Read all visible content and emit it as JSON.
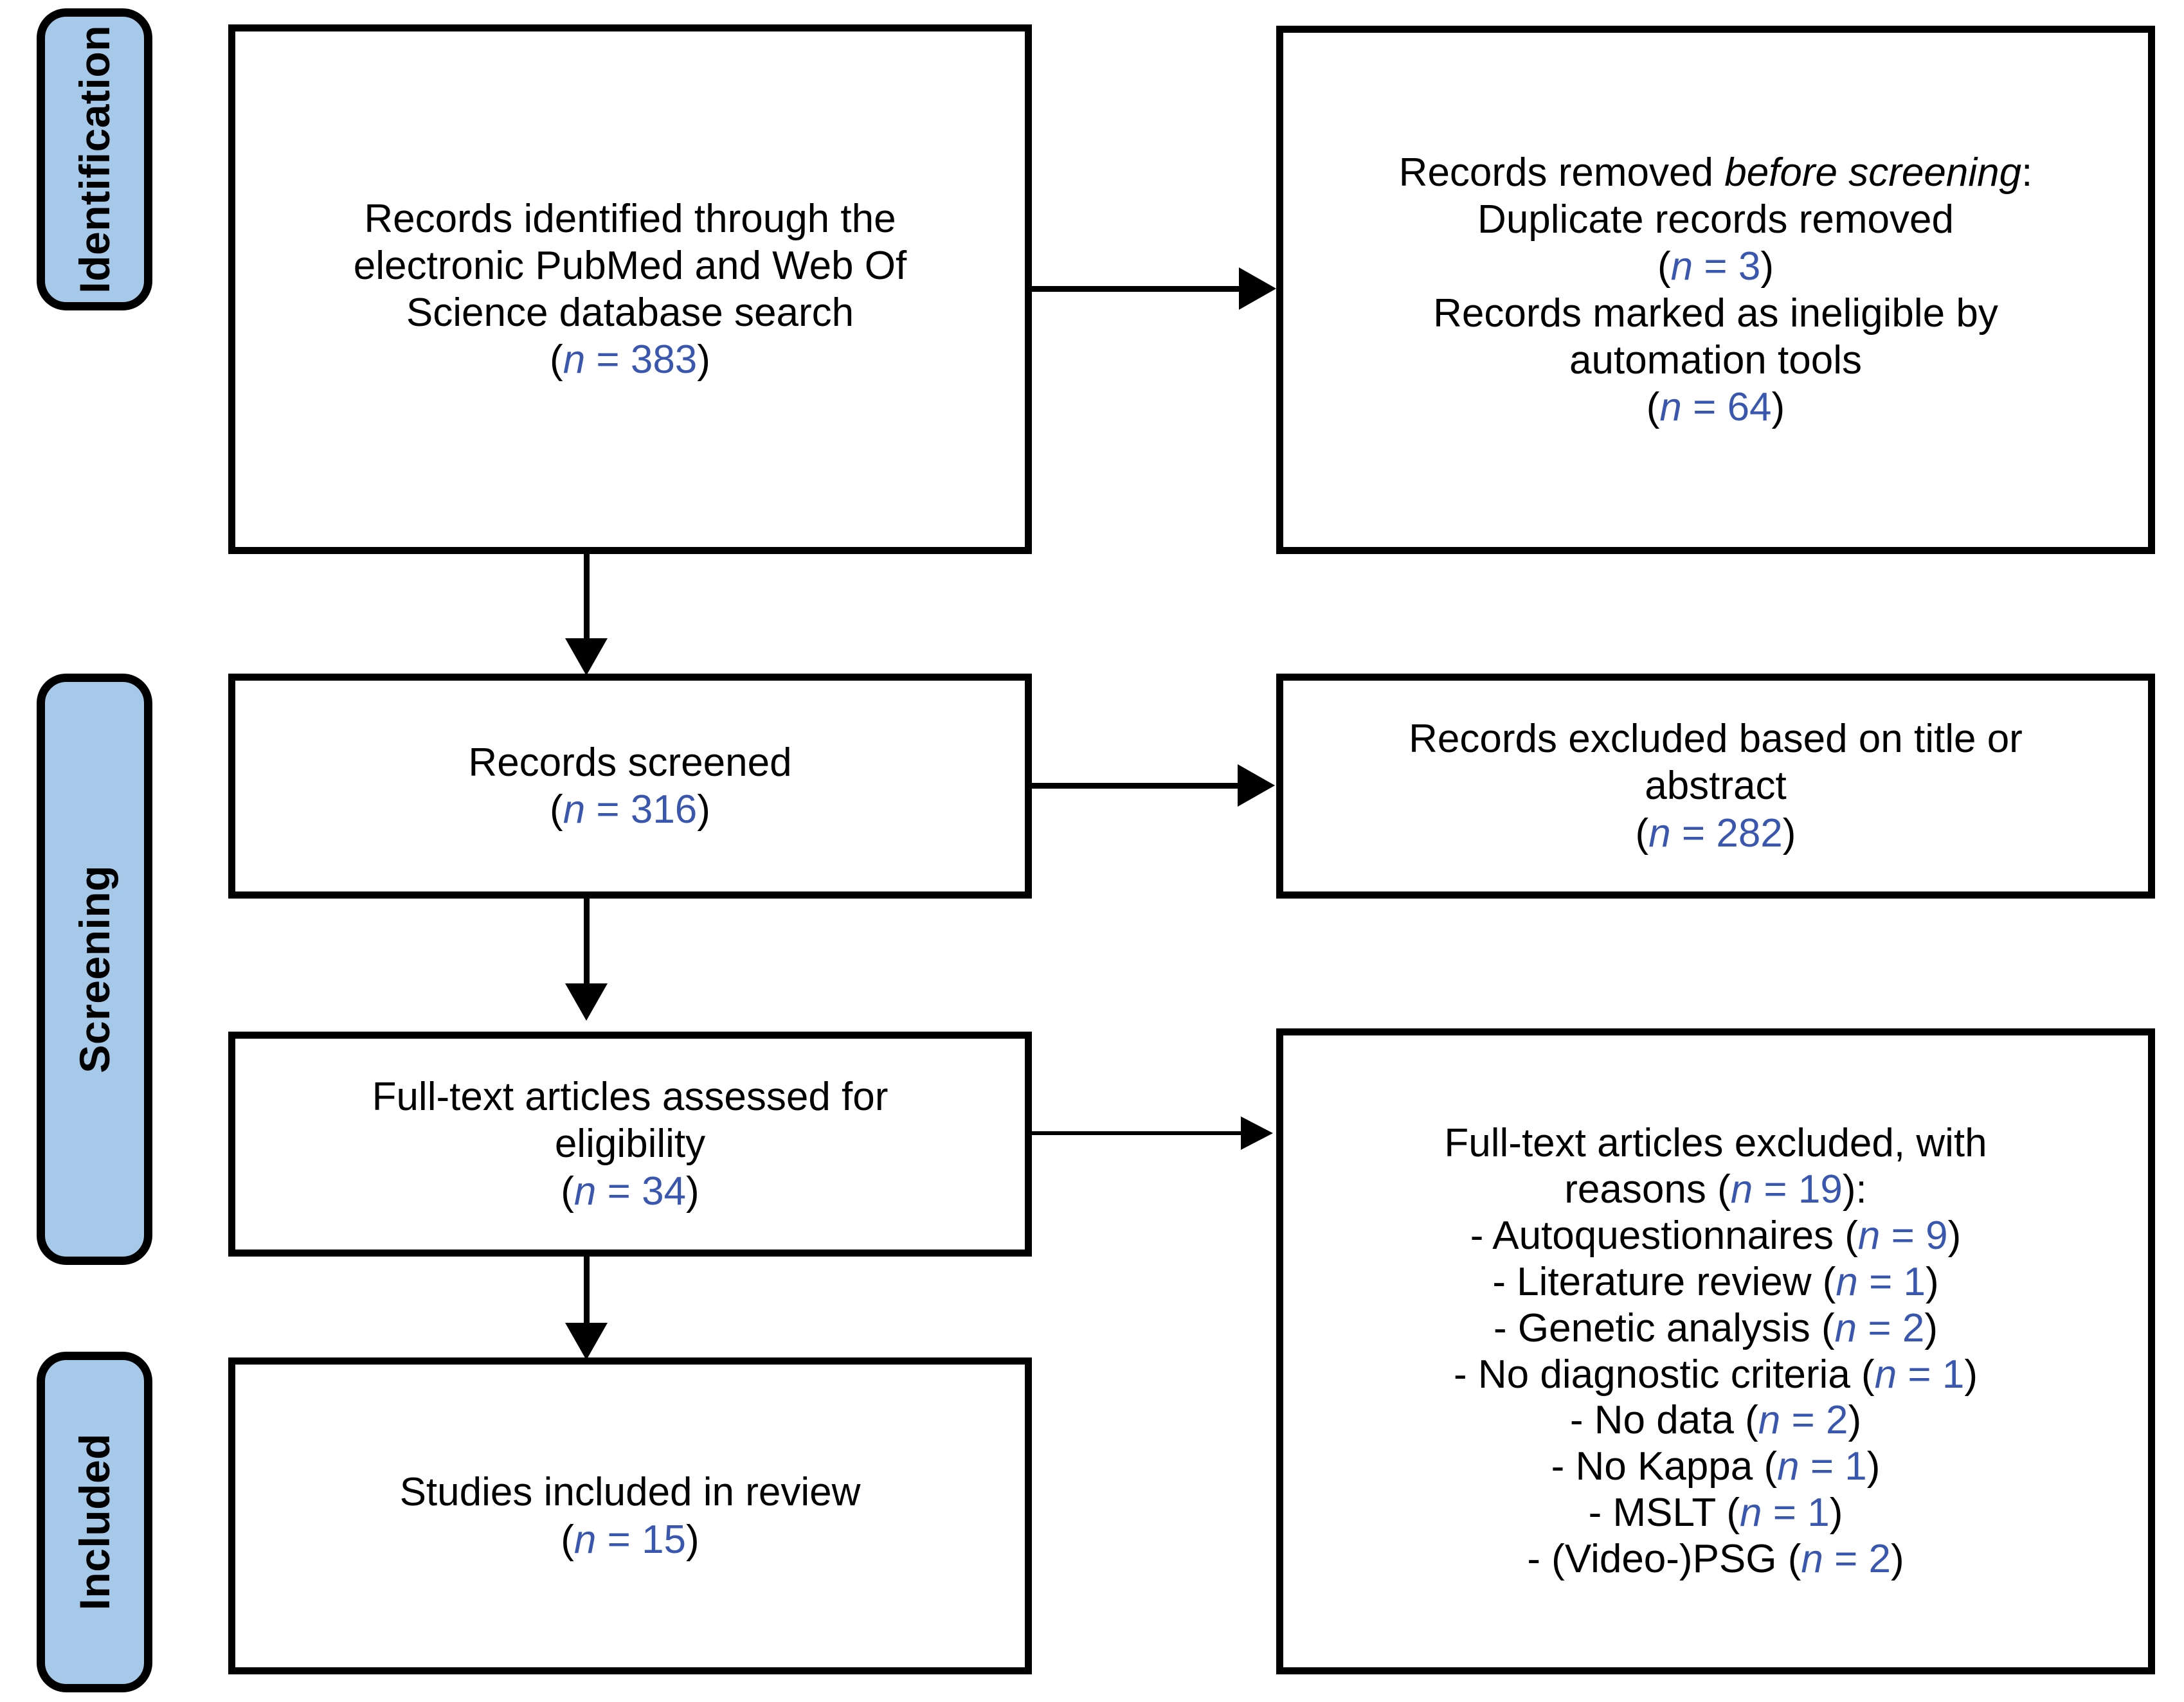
{
  "diagram": {
    "title": "PRISMA flow diagram",
    "accent_color": "#a6c9e9",
    "count_color": "#3a57b0",
    "border_color": "#000000"
  },
  "stages": [
    {
      "id": "identification",
      "label": "Identification"
    },
    {
      "id": "screening",
      "label": "Screening"
    },
    {
      "id": "included",
      "label": "Included"
    }
  ],
  "boxes": {
    "identified": {
      "line1": "Records identified through the",
      "line2": "electronic PubMed and Web Of",
      "line3": "Science database search",
      "n_prefix": "(",
      "n_symbol": "n",
      "n_eq": " = ",
      "n_value": "383",
      "n_suffix": ")"
    },
    "removed_before_screening": {
      "line1_plain": "Records removed ",
      "line1_italic": "before screening",
      "line1_tail": ":",
      "line2": "Duplicate records removed",
      "n1_value": "3",
      "line3": "Records marked as ineligible by",
      "line4": "automation tools",
      "n2_value": "64"
    },
    "records_screened": {
      "line1": "Records screened",
      "n_value": "316"
    },
    "records_excluded": {
      "line1": "Records excluded based on title or",
      "line2": "abstract",
      "n_value": "282"
    },
    "fulltext_assessed": {
      "line1": "Full-text articles assessed for",
      "line2": "eligibility",
      "n_value": "34"
    },
    "fulltext_excluded": {
      "line1": "Full-text articles excluded, with",
      "line2_prefix": "reasons (",
      "n_total": "19",
      "line2_suffix": "):",
      "reasons": [
        {
          "label": "- Autoquestionnaires",
          "n": "9"
        },
        {
          "label": "- Literature review",
          "n": "1"
        },
        {
          "label": "- Genetic analysis",
          "n": "2"
        },
        {
          "label": "- No diagnostic criteria",
          "n": "1"
        },
        {
          "label": "- No data",
          "n": "2"
        },
        {
          "label": "- No Kappa",
          "n": "1"
        },
        {
          "label": "- MSLT",
          "n": "1"
        },
        {
          "label": "- (Video-)PSG",
          "n": "2"
        }
      ]
    },
    "studies_included": {
      "line1": "Studies included in review",
      "n_value": "15"
    }
  },
  "connectors": [
    {
      "id": "identified-to-removed",
      "type": "arrow-right"
    },
    {
      "id": "identified-to-screened",
      "type": "arrow-down"
    },
    {
      "id": "screened-to-excluded",
      "type": "arrow-right"
    },
    {
      "id": "screened-to-fulltext",
      "type": "arrow-down"
    },
    {
      "id": "fulltext-to-excluded",
      "type": "arrow-right"
    },
    {
      "id": "fulltext-to-included",
      "type": "arrow-down"
    }
  ]
}
